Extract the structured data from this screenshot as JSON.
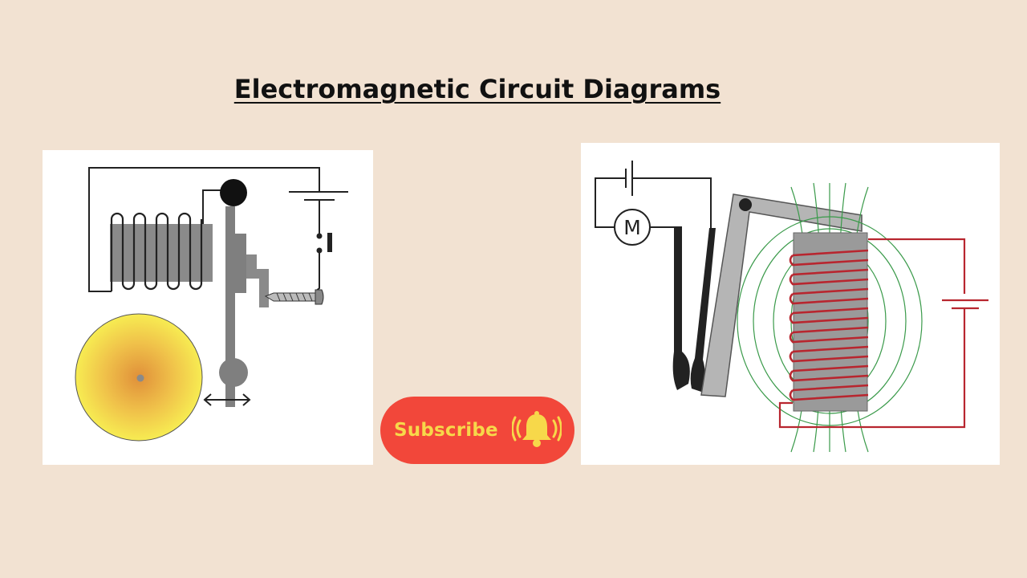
{
  "page": {
    "title": "Electromagnetic Circuit Diagrams",
    "background": "#f2e2d2"
  },
  "diagram_left": {
    "kind": "electric bell circuit",
    "colors": {
      "core": "#8a8a8a",
      "armature": "#7f7f7f",
      "gong_edge": "#f4e44a",
      "gong_center": "#e0903a"
    }
  },
  "diagram_right": {
    "kind": "electromagnetic relay with motor",
    "motor_label": "M",
    "colors": {
      "coil": "#b8262f",
      "field_lines": "#3a9a4a",
      "core": "#9a9a9a"
    }
  },
  "subscribe_button": {
    "label": "Subscribe",
    "icon": "bell-ringing-icon",
    "background": "#f2473a",
    "text_color": "#f7d84a"
  }
}
